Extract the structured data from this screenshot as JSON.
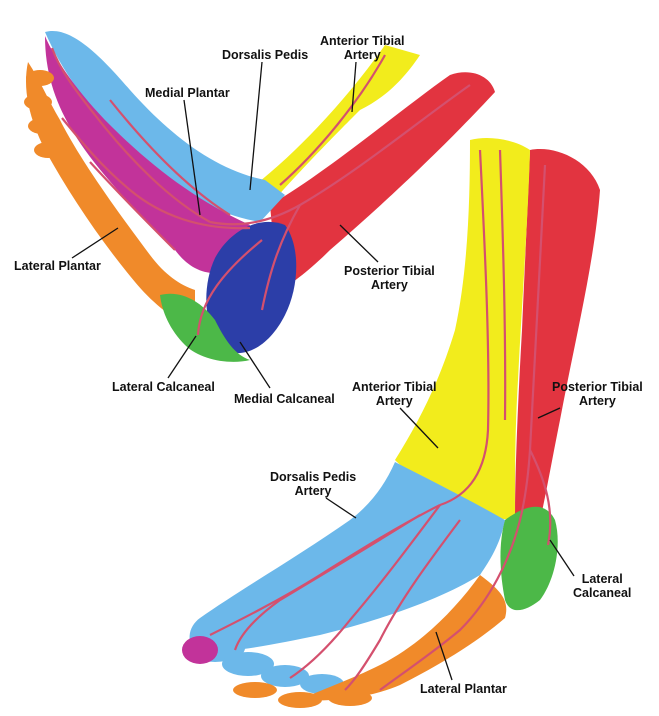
{
  "top_view": {
    "labels": {
      "dorsalis_pedis": "Dorsalis Pedis",
      "anterior_tibial_line1": "Anterior Tibial",
      "anterior_tibial_line2": "Artery",
      "medial_plantar": "Medial Plantar",
      "lateral_plantar": "Lateral Plantar",
      "posterior_tibial_line1": "Posterior Tibial",
      "posterior_tibial_line2": "Artery",
      "lateral_calcaneal": "Lateral Calcaneal",
      "medial_calcaneal": "Medial Calcaneal"
    }
  },
  "bottom_view": {
    "labels": {
      "anterior_tibial_line1": "Anterior Tibial",
      "anterior_tibial_line2": "Artery",
      "posterior_tibial_line1": "Posterior Tibial",
      "posterior_tibial_line2": "Artery",
      "dorsalis_pedis_line1": "Dorsalis Pedis",
      "dorsalis_pedis_line2": "Artery",
      "lateral_calcaneal_line1": "Lateral",
      "lateral_calcaneal_line2": "Calcaneal",
      "lateral_plantar": "Lateral Plantar"
    }
  },
  "colors": {
    "dorsalis_pedis": "#6cb8ea",
    "anterior_tibial": "#f2ec1c",
    "posterior_tibial": "#e23440",
    "medial_plantar": "#c2339a",
    "lateral_plantar": "#f08a2a",
    "lateral_calcaneal": "#4cb848",
    "medial_calcaneal": "#2c3ea8",
    "artery_vessel": "#d4506e"
  }
}
